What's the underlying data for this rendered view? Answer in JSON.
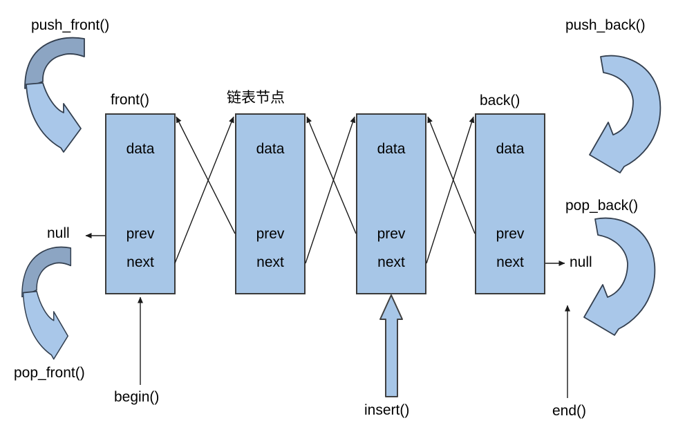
{
  "diagram": {
    "node_caption": "链表节点",
    "labels": {
      "push_front": "push_front()",
      "pop_front": "pop_front()",
      "push_back": "push_back()",
      "pop_back": "pop_back()",
      "front": "front()",
      "back": "back()",
      "begin": "begin()",
      "end": "end()",
      "insert": "insert()",
      "null_left": "null",
      "null_right": "null"
    },
    "nodes": [
      {
        "data": "data",
        "prev": "prev",
        "next": "next"
      },
      {
        "data": "data",
        "prev": "prev",
        "next": "next"
      },
      {
        "data": "data",
        "prev": "prev",
        "next": "next"
      },
      {
        "data": "data",
        "prev": "prev",
        "next": "next"
      }
    ],
    "colors": {
      "background": "#ffffff",
      "node_fill": "#a7c6e7",
      "node_border": "#3a3a3a",
      "ribbon_light": "#a9c7e9",
      "ribbon_dark": "#8ca5c3",
      "ribbon_outline": "#333f4f",
      "connector": "#1a1a1a"
    }
  }
}
